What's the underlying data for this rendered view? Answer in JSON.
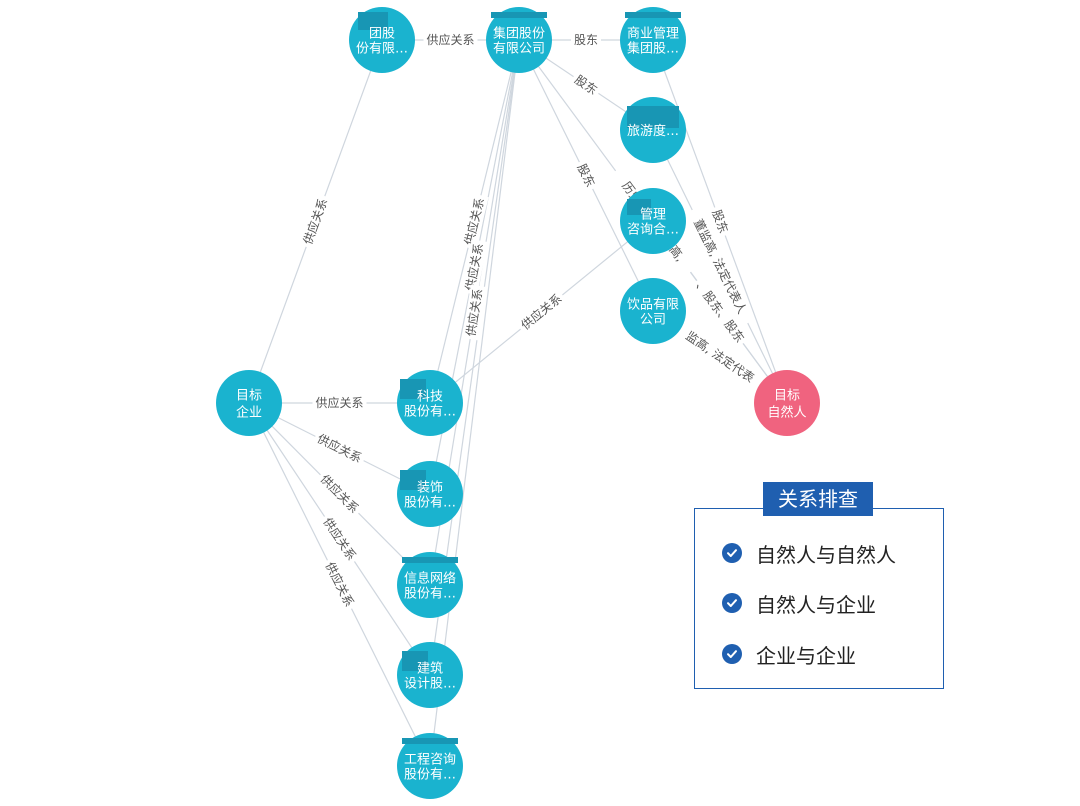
{
  "graph": {
    "nodes": [
      {
        "id": "n_group_a",
        "label_lines": [
          "团股",
          "份有限…"
        ],
        "type": "company"
      },
      {
        "id": "n_group_main",
        "label_lines": [
          "集团股份",
          "有限公司"
        ],
        "type": "company"
      },
      {
        "id": "n_commerce",
        "label_lines": [
          "商业管理",
          "集团股…"
        ],
        "type": "company"
      },
      {
        "id": "n_travel",
        "label_lines": [
          "旅游度…"
        ],
        "type": "company"
      },
      {
        "id": "n_consult",
        "label_lines": [
          "管理",
          "咨询合…"
        ],
        "type": "company"
      },
      {
        "id": "n_drink",
        "label_lines": [
          "饮品有限",
          "公司"
        ],
        "type": "company"
      },
      {
        "id": "n_target_ent",
        "label_lines": [
          "目标",
          "企业"
        ],
        "type": "target-company"
      },
      {
        "id": "n_target_person",
        "label_lines": [
          "目标",
          "自然人"
        ],
        "type": "target-person"
      },
      {
        "id": "n_tech",
        "label_lines": [
          "科技",
          "股份有…"
        ],
        "type": "company"
      },
      {
        "id": "n_decor",
        "label_lines": [
          "装饰",
          "股份有…"
        ],
        "type": "company"
      },
      {
        "id": "n_network",
        "label_lines": [
          "信息网络",
          "股份有…"
        ],
        "type": "company"
      },
      {
        "id": "n_arch",
        "label_lines": [
          "建筑",
          "设计股…"
        ],
        "type": "company"
      },
      {
        "id": "n_eng",
        "label_lines": [
          "工程咨询",
          "股份有…"
        ],
        "type": "company"
      }
    ],
    "edges": [
      {
        "from": "n_group_a",
        "to": "n_group_main",
        "label": "供应关系"
      },
      {
        "from": "n_group_main",
        "to": "n_commerce",
        "label": "股东"
      },
      {
        "from": "n_group_main",
        "to": "n_travel",
        "label": "股东"
      },
      {
        "from": "n_group_main",
        "to": "n_target_person",
        "label": "历史股东, 董监高,"
      },
      {
        "from": "n_group_main",
        "to": "n_drink",
        "label": "股东"
      },
      {
        "from": "n_group_main",
        "to": "n_tech",
        "label": "供应关系"
      },
      {
        "from": "n_group_main",
        "to": "n_decor",
        "label": "供应关系"
      },
      {
        "from": "n_group_main",
        "to": "n_network",
        "label": "供应关系"
      },
      {
        "from": "n_group_main",
        "to": "n_arch",
        "label": ""
      },
      {
        "from": "n_group_main",
        "to": "n_eng",
        "label": ""
      },
      {
        "from": "n_consult",
        "to": "n_tech",
        "label": "供应关系"
      },
      {
        "from": "n_commerce",
        "to": "n_target_person",
        "label": "股东"
      },
      {
        "from": "n_travel",
        "to": "n_target_person",
        "label": "董监高, 法定代表人"
      },
      {
        "from": "n_consult",
        "to": "n_target_person",
        "label": "、股东、股东"
      },
      {
        "from": "n_drink",
        "to": "n_target_person",
        "label": "监高, 法定代表"
      },
      {
        "from": "n_group_a",
        "to": "n_target_ent",
        "label": "供应关系"
      },
      {
        "from": "n_target_ent",
        "to": "n_tech",
        "label": "供应关系"
      },
      {
        "from": "n_target_ent",
        "to": "n_decor",
        "label": "供应关系"
      },
      {
        "from": "n_target_ent",
        "to": "n_network",
        "label": "供应关系"
      },
      {
        "from": "n_target_ent",
        "to": "n_arch",
        "label": "供应关系"
      },
      {
        "from": "n_target_ent",
        "to": "n_eng",
        "label": "供应关系"
      }
    ]
  },
  "colors": {
    "company": "#1ab3cf",
    "target_company": "#1ab3cf",
    "target_person": "#f0637f",
    "edge": "#cfd6de",
    "redaction": "#1896b4",
    "accent": "#1f5fb0"
  },
  "legend": {
    "title": "关系排查",
    "items": [
      "自然人与自然人",
      "自然人与企业",
      "企业与企业"
    ],
    "icon": "check-circle-icon"
  }
}
